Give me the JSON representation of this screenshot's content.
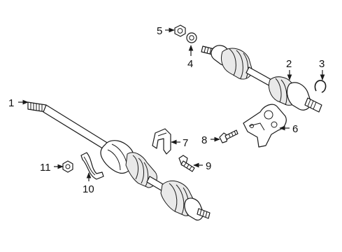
{
  "callouts": [
    {
      "id": "c1",
      "label": "1"
    },
    {
      "id": "c2",
      "label": "2"
    },
    {
      "id": "c3",
      "label": "3"
    },
    {
      "id": "c4",
      "label": "4"
    },
    {
      "id": "c5",
      "label": "5"
    },
    {
      "id": "c6",
      "label": "6"
    },
    {
      "id": "c7",
      "label": "7"
    },
    {
      "id": "c8",
      "label": "8"
    },
    {
      "id": "c9",
      "label": "9"
    },
    {
      "id": "c10",
      "label": "10"
    },
    {
      "id": "c11",
      "label": "11"
    }
  ],
  "colors": {
    "line": "#1a1a1a",
    "background": "#ffffff"
  }
}
